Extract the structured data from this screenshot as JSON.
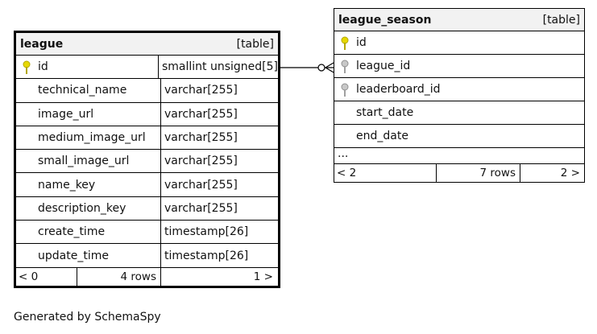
{
  "league": {
    "name": "league",
    "kind": "[table]",
    "columns": [
      {
        "name": "id",
        "type": "smallint unsigned[5]",
        "key": "primary"
      },
      {
        "name": "technical_name",
        "type": "varchar[255]"
      },
      {
        "name": "image_url",
        "type": "varchar[255]"
      },
      {
        "name": "medium_image_url",
        "type": "varchar[255]"
      },
      {
        "name": "small_image_url",
        "type": "varchar[255]"
      },
      {
        "name": "name_key",
        "type": "varchar[255]"
      },
      {
        "name": "description_key",
        "type": "varchar[255]"
      },
      {
        "name": "create_time",
        "type": "timestamp[26]"
      },
      {
        "name": "update_time",
        "type": "timestamp[26]"
      }
    ],
    "footer": {
      "parents": "< 0",
      "rows": "4 rows",
      "children": "1 >"
    }
  },
  "league_season": {
    "name": "league_season",
    "kind": "[table]",
    "columns": [
      {
        "name": "id",
        "key": "primary"
      },
      {
        "name": "league_id",
        "key": "foreign"
      },
      {
        "name": "leaderboard_id",
        "key": "foreign"
      },
      {
        "name": "start_date"
      },
      {
        "name": "end_date"
      }
    ],
    "more": "...",
    "footer": {
      "parents": "< 2",
      "rows": "7 rows",
      "children": "2 >"
    }
  },
  "credit": "Generated by SchemaSpy",
  "colors": {
    "primary_key": "#e6d800",
    "foreign_key": "#a0a0a0",
    "header_bg": "#f2f2f2"
  }
}
